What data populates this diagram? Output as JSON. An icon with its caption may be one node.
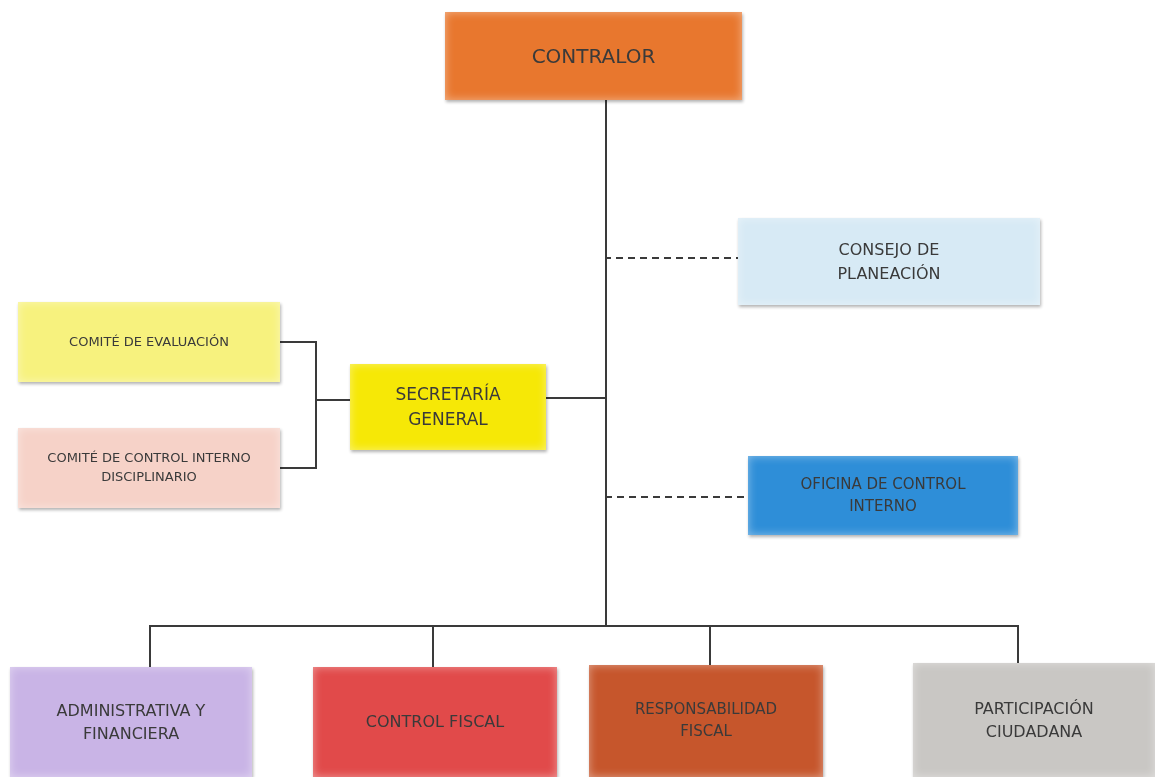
{
  "diagram": {
    "nodes": [
      {
        "text": [
          "CONTRALOR"
        ]
      },
      {
        "text": [
          "CONSEJO DE PLANEACIÓN"
        ]
      },
      {
        "text": [
          "COMITÉ DE EVALUACIÓN"
        ]
      },
      {
        "text": [
          "SECRETARÍA GENERAL"
        ]
      },
      {
        "text": [
          "COMITÉ DE CONTROL INTERNO DISCIPLINARIO"
        ]
      },
      {
        "text": [
          "OFICINA DE CONTROL INTERNO"
        ]
      },
      {
        "text": [
          "ADMINISTRATIVA Y FINANCIERA"
        ]
      },
      {
        "text": [
          "CONTROL FISCAL"
        ]
      },
      {
        "text": [
          "RESPONSABILIDAD FISCAL"
        ]
      },
      {
        "text": [
          "PARTICIPACIÓN CIUDADANA"
        ]
      }
    ],
    "edges": [
      {
        "from": 0,
        "to": 1,
        "arrow": "none",
        "style": "dashed"
      },
      {
        "from": 0,
        "to": 3,
        "arrow": "none"
      },
      {
        "from": 3,
        "to": 2,
        "arrow": "none"
      },
      {
        "from": 3,
        "to": 4,
        "arrow": "none"
      },
      {
        "from": 0,
        "to": 5,
        "arrow": "none",
        "style": "dashed"
      },
      {
        "from": 0,
        "to": 6,
        "arrow": "none"
      },
      {
        "from": 0,
        "to": 7,
        "arrow": "none"
      },
      {
        "from": 0,
        "to": 8,
        "arrow": "none"
      },
      {
        "from": 0,
        "to": 9,
        "arrow": "none"
      }
    ]
  }
}
